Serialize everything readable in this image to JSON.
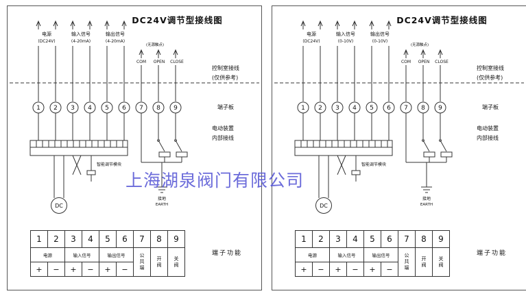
{
  "watermark": "上海湖泉阀门有限公司",
  "colors": {
    "watermark": "#5b5bd6",
    "line": "#333333"
  },
  "panels": [
    {
      "title": "DC24V调节型接线图",
      "power_label": "电源",
      "power_range": "(DC24V)",
      "input_label": "输入信号",
      "input_range": "(4-20mA)",
      "output_label": "输出信号",
      "output_range": "(4-20mA)",
      "passive_contact": "(无源触点)",
      "com": "COM",
      "open": "OPEN",
      "close": "CLOSE",
      "control_room_1": "控制室接线",
      "control_room_2": "(仅供参考)",
      "terminal_board": "端子板",
      "device_1": "电动装置",
      "device_2": "内部接线",
      "module_label": "智能调节模块",
      "dc_label": "DC",
      "earth_cn": "接地",
      "earth_en": "EARTH",
      "terminals": [
        "1",
        "2",
        "3",
        "4",
        "5",
        "6",
        "7",
        "8",
        "9"
      ],
      "table": {
        "numbers": [
          "1",
          "2",
          "3",
          "4",
          "5",
          "6",
          "7",
          "8",
          "9"
        ],
        "power": "电源",
        "input": "输入信号",
        "output": "输出信号",
        "common": "公\n共\n端",
        "open_valve": "开\n阀",
        "close_valve": "关\n阀",
        "polarity": [
          "+",
          "−",
          "+",
          "−",
          "+",
          "−"
        ]
      },
      "caption": "端子功能"
    },
    {
      "title": "DC24V调节型接线图",
      "power_label": "电源",
      "power_range": "(DC24V)",
      "input_label": "输入信号",
      "input_range": "(0-10V)",
      "output_label": "输出信号",
      "output_range": "(0-10V)",
      "passive_contact": "(无源触点)",
      "com": "COM",
      "open": "OPEN",
      "close": "CLOSE",
      "control_room_1": "控制室接线",
      "control_room_2": "(仅供参考)",
      "terminal_board": "端子板",
      "device_1": "电动装置",
      "device_2": "内部接线",
      "module_label": "智能调节模块",
      "dc_label": "DC",
      "earth_cn": "接地",
      "earth_en": "EARTH",
      "terminals": [
        "1",
        "2",
        "3",
        "4",
        "5",
        "6",
        "7",
        "8",
        "9"
      ],
      "table": {
        "numbers": [
          "1",
          "2",
          "3",
          "4",
          "5",
          "6",
          "7",
          "8",
          "9"
        ],
        "power": "电源",
        "input": "输入信号",
        "output": "输出信号",
        "common": "公\n共\n端",
        "open_valve": "开\n阀",
        "close_valve": "关\n阀",
        "polarity": [
          "+",
          "−",
          "+",
          "−",
          "+",
          "−"
        ]
      },
      "caption": "端子功能"
    }
  ]
}
